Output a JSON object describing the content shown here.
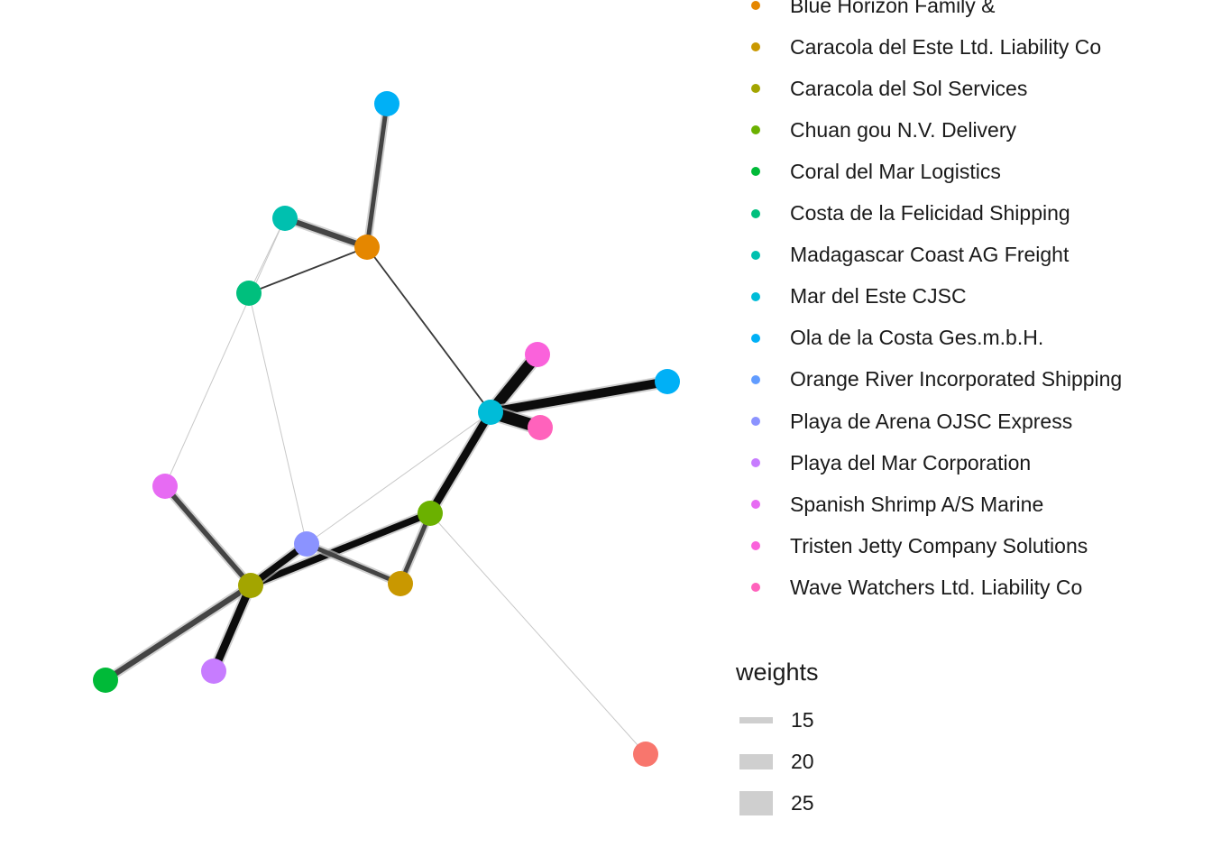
{
  "legend": {
    "items": [
      {
        "label": "Blue Horizon Family &",
        "color": "#E58700"
      },
      {
        "label": "Caracola del Este Ltd. Liability Co",
        "color": "#C99800"
      },
      {
        "label": "Caracola del Sol Services",
        "color": "#A3A500"
      },
      {
        "label": "Chuan gou  N.V. Delivery",
        "color": "#6BB100"
      },
      {
        "label": "Coral del Mar Logistics",
        "color": "#00BA38"
      },
      {
        "label": "Costa de la Felicidad Shipping",
        "color": "#00BF7D"
      },
      {
        "label": "Madagascar Coast  AG Freight",
        "color": "#00C0AF"
      },
      {
        "label": "Mar del Este CJSC",
        "color": "#00BCD8"
      },
      {
        "label": "Ola de la Costa Ges.m.b.H.",
        "color": "#00B0F6"
      },
      {
        "label": "Orange River   Incorporated Shipping",
        "color": "#619CFF"
      },
      {
        "label": "Playa de Arena OJSC Express",
        "color": "#8B93FF"
      },
      {
        "label": "Playa del Mar Corporation",
        "color": "#C77CFF"
      },
      {
        "label": "Spanish Shrimp A/S Marine",
        "color": "#E76BF3"
      },
      {
        "label": "Tristen Jetty Company Solutions",
        "color": "#FA62DB"
      },
      {
        "label": "Wave Watchers Ltd. Liability Co",
        "color": "#FF62BC"
      }
    ]
  },
  "weights": {
    "title": "weights",
    "items": [
      {
        "label": "15",
        "value": 15
      },
      {
        "label": "20",
        "value": 20
      },
      {
        "label": "25",
        "value": 25
      }
    ]
  },
  "nodes": [
    {
      "id": "ola",
      "color": "#00B0F6"
    },
    {
      "id": "madagascar",
      "color": "#00C0AF"
    },
    {
      "id": "blue_horizon",
      "color": "#E58700"
    },
    {
      "id": "costa_felicidad",
      "color": "#00BF7D"
    },
    {
      "id": "tristen",
      "color": "#FA62DB"
    },
    {
      "id": "orange_river",
      "color": "#00B0F6"
    },
    {
      "id": "mar_del_este",
      "color": "#00BCD8"
    },
    {
      "id": "wave_watchers",
      "color": "#FF62BC"
    },
    {
      "id": "spanish_shrimp",
      "color": "#E76BF3"
    },
    {
      "id": "chuan_gou",
      "color": "#6BB100"
    },
    {
      "id": "playa_arena",
      "color": "#8B93FF"
    },
    {
      "id": "caracola_este",
      "color": "#C99800"
    },
    {
      "id": "caracola_sol",
      "color": "#A3A500"
    },
    {
      "id": "coral",
      "color": "#00BA38"
    },
    {
      "id": "playa_mar",
      "color": "#C77CFF"
    },
    {
      "id": "unlabeled_red",
      "color": "#F8766D"
    }
  ],
  "edges": [
    {
      "from": "ola",
      "to": "blue_horizon",
      "weight": 18
    },
    {
      "from": "madagascar",
      "to": "blue_horizon",
      "weight": 20
    },
    {
      "from": "madagascar",
      "to": "costa_felicidad",
      "weight": 11
    },
    {
      "from": "blue_horizon",
      "to": "costa_felicidad",
      "weight": 13
    },
    {
      "from": "blue_horizon",
      "to": "mar_del_este",
      "weight": 13
    },
    {
      "from": "costa_felicidad",
      "to": "playa_arena",
      "weight": 11
    },
    {
      "from": "madagascar",
      "to": "spanish_shrimp",
      "weight": 10.5
    },
    {
      "from": "mar_del_este",
      "to": "tristen",
      "weight": 30
    },
    {
      "from": "mar_del_este",
      "to": "orange_river",
      "weight": 26
    },
    {
      "from": "mar_del_este",
      "to": "wave_watchers",
      "weight": 32
    },
    {
      "from": "mar_del_este",
      "to": "chuan_gou",
      "weight": 24
    },
    {
      "from": "mar_del_este",
      "to": "playa_arena",
      "weight": 10.5
    },
    {
      "from": "chuan_gou",
      "to": "caracola_sol",
      "weight": 22
    },
    {
      "from": "chuan_gou",
      "to": "caracola_este",
      "weight": 18
    },
    {
      "from": "chuan_gou",
      "to": "unlabeled_red",
      "weight": 10.5
    },
    {
      "from": "playa_arena",
      "to": "caracola_este",
      "weight": 18
    },
    {
      "from": "playa_arena",
      "to": "caracola_sol",
      "weight": 22
    },
    {
      "from": "spanish_shrimp",
      "to": "caracola_sol",
      "weight": 19
    },
    {
      "from": "caracola_sol",
      "to": "coral",
      "weight": 20
    },
    {
      "from": "caracola_sol",
      "to": "playa_mar",
      "weight": 24
    }
  ]
}
